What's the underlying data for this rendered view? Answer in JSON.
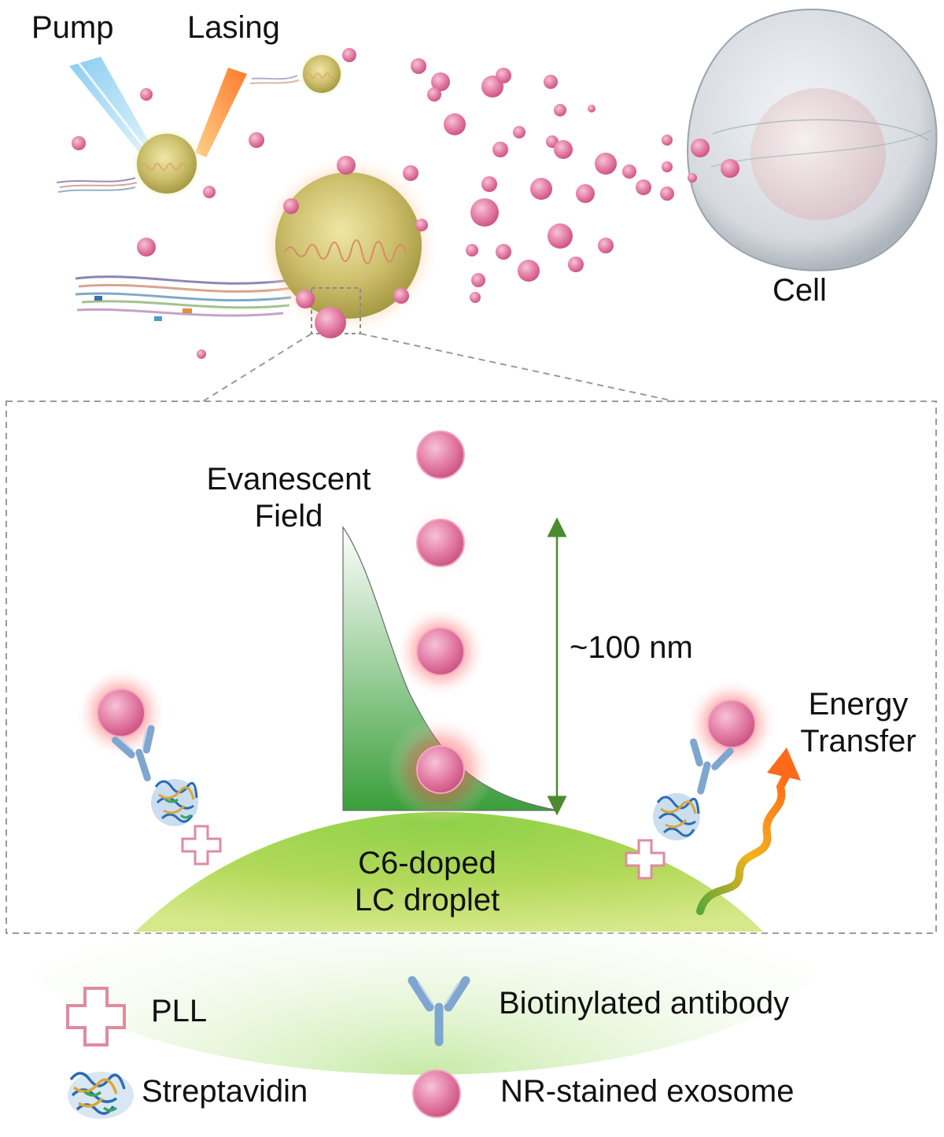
{
  "labels": {
    "pump": "Pump",
    "lasing": "Lasing",
    "cell": "Cell",
    "evanescent_field": [
      "Evanescent",
      "Field"
    ],
    "distance": "~100 nm",
    "energy_transfer": [
      "Energy",
      "Transfer"
    ],
    "droplet": [
      "C6-doped",
      "LC droplet"
    ]
  },
  "legend": [
    {
      "icon": "pll-cross-icon",
      "label": "PLL"
    },
    {
      "icon": "antibody-y-icon",
      "label": "Biotinylated antibody"
    },
    {
      "icon": "streptavidin-protein-icon",
      "label": "Streptavidin"
    },
    {
      "icon": "exosome-icon",
      "label": "NR-stained exosome"
    }
  ],
  "colors": {
    "exosome": "#e0709a",
    "droplet_green": "#7cc23a",
    "lc_droplet": "#c9c070",
    "pump_beam": "#6fc3ea",
    "lasing_beam": "#ef5a24",
    "antibody": "#7fa6cf",
    "pll": "#e08aa0",
    "field_green": "#3fa63a",
    "cell": "#c9cdd3"
  }
}
